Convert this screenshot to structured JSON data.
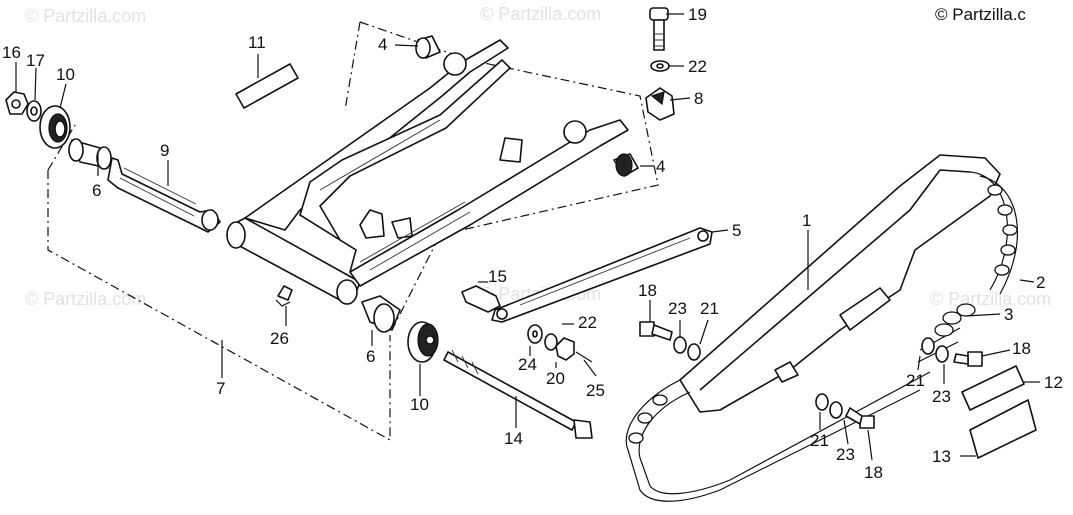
{
  "copyright": "© Partzilla.c",
  "watermark": "© Partzilla.com",
  "callouts": {
    "c1": "1",
    "c2": "2",
    "c3": "3",
    "c4a": "4",
    "c4b": "4",
    "c5": "5",
    "c6a": "6",
    "c6b": "6",
    "c7": "7",
    "c8": "8",
    "c9": "9",
    "c10a": "10",
    "c10b": "10",
    "c11": "11",
    "c12": "12",
    "c13": "13",
    "c14": "14",
    "c15": "15",
    "c16": "16",
    "c17": "17",
    "c18a": "18",
    "c18b": "18",
    "c18c": "18",
    "c19": "19",
    "c20": "20",
    "c21a": "21",
    "c21b": "21",
    "c21c": "21",
    "c22a": "22",
    "c22b": "22",
    "c23a": "23",
    "c23b": "23",
    "c23c": "23",
    "c24": "24",
    "c25": "25",
    "c26": "26"
  }
}
